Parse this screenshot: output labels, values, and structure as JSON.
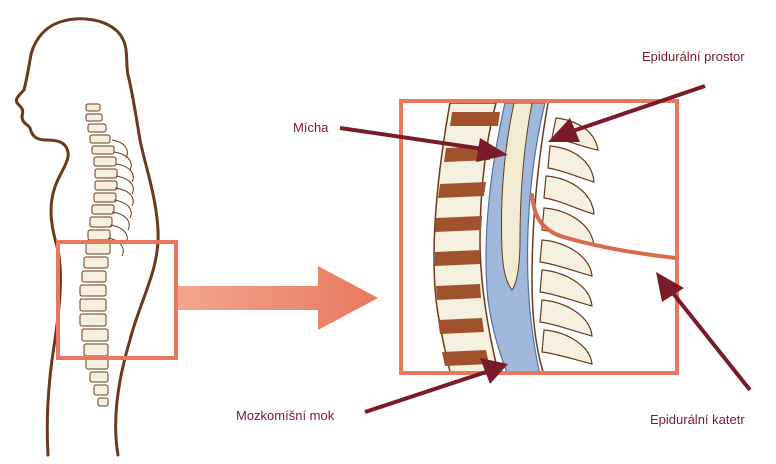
{
  "labels": {
    "spinal_cord": "Mícha",
    "epidural_space": "Epidurální prostor",
    "csf": "Mozkomíšní mok",
    "epidural_catheter": "Epidurální katetr"
  },
  "colors": {
    "outline": "#6b3a1e",
    "frame": "#e8795f",
    "arrow": "#7a1b2a",
    "csf_blue": "#9fb8dc",
    "cord": "#f2ecd2",
    "vertebra_band": "#a0522d",
    "catheter": "#d96a4a"
  }
}
